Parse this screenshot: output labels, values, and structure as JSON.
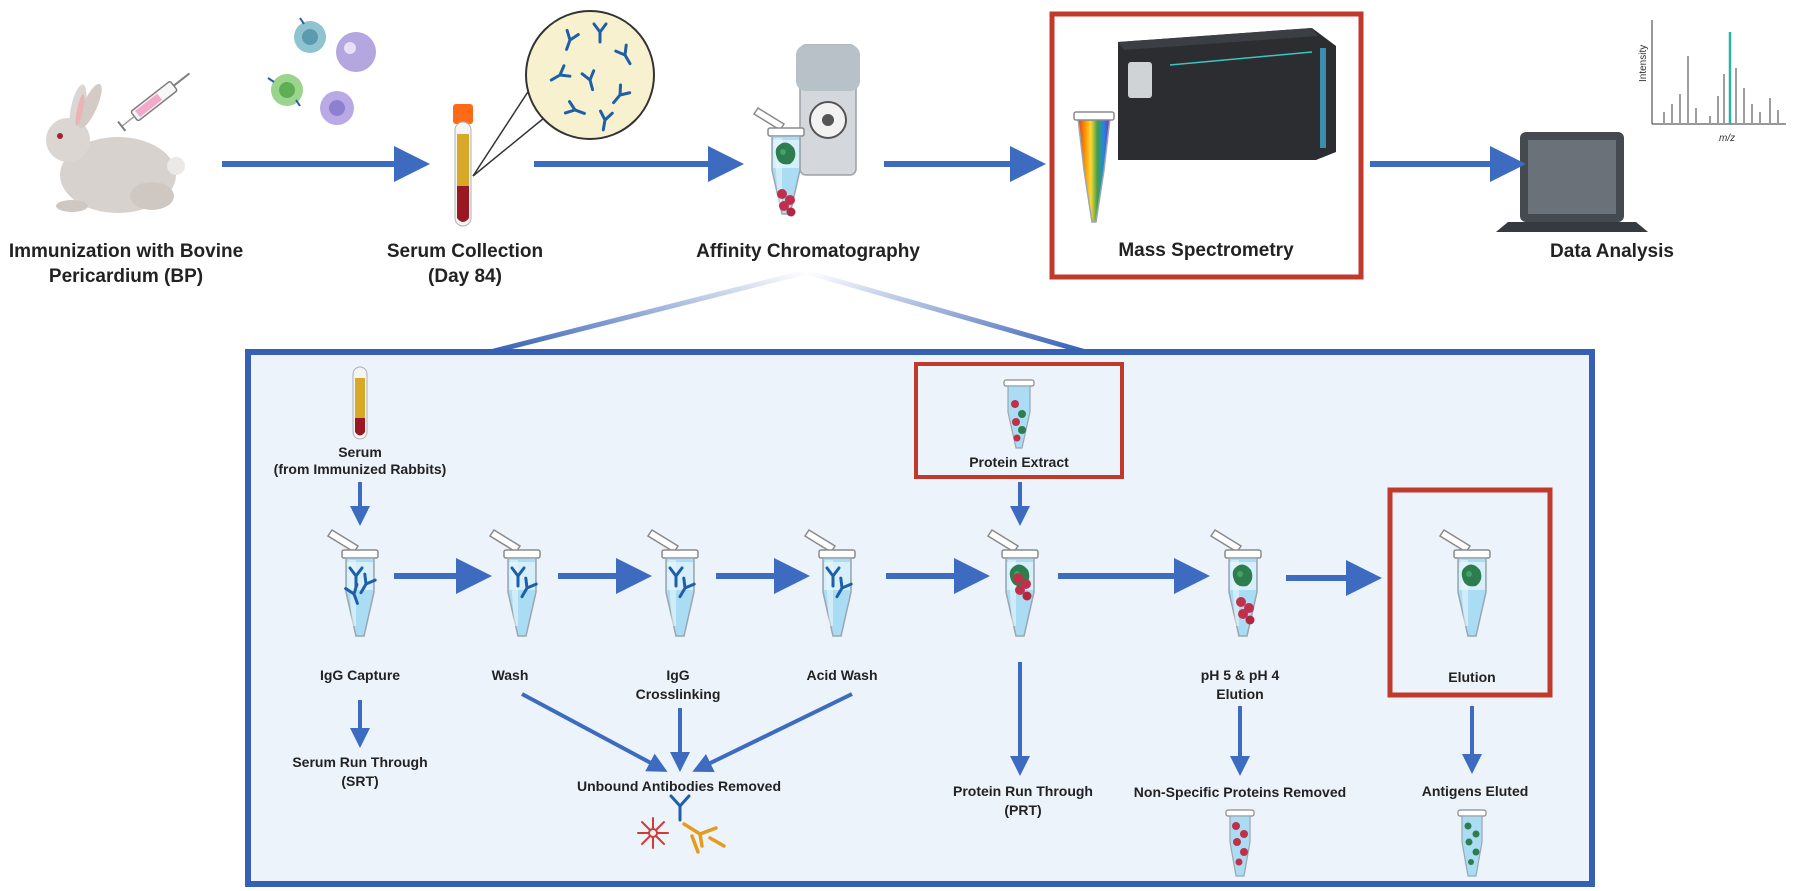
{
  "colors": {
    "arrow": "#3d6bbf",
    "highlight": "#c0392b",
    "panel_bg": "#edf3fb",
    "panel_border": "#3560b4",
    "tube_liquid": "#aadcf3",
    "serum": "#d8a828",
    "blood": "#9a1822",
    "protein": "#c0304a",
    "resin": "#2e7d4f"
  },
  "top_steps": [
    {
      "line1": "Immunization with Bovine",
      "line2": "Pericardium (BP)",
      "icon": "rabbit-icon"
    },
    {
      "line1": "Serum Collection",
      "line2": "(Day 84)",
      "icon": "blood-tube-icon"
    },
    {
      "line1": "Affinity Chromatography",
      "line2": "",
      "icon": "centrifuge-icon"
    },
    {
      "line1": "Mass Spectrometry",
      "line2": "",
      "icon": "mass-spectrometer-icon"
    },
    {
      "line1": "Data Analysis",
      "line2": "",
      "icon": "laptop-icon"
    }
  ],
  "spectrum": {
    "ylabel": "Intensity",
    "xlabel": "m/z"
  },
  "serum_input": {
    "line1": "Serum",
    "line2": "(from Immunized Rabbits)"
  },
  "protein_extract": {
    "label": "Protein Extract"
  },
  "workflow": [
    {
      "line1": "IgG Capture",
      "line2": ""
    },
    {
      "line1": "Wash",
      "line2": ""
    },
    {
      "line1": "IgG",
      "line2": "Crosslinking"
    },
    {
      "line1": "Acid Wash",
      "line2": ""
    },
    {
      "line1": "",
      "line2": ""
    },
    {
      "line1": "pH 5 & pH 4",
      "line2": "Elution"
    },
    {
      "line1": "Elution",
      "line2": ""
    }
  ],
  "outputs": {
    "srt": {
      "line1": "Serum Run Through",
      "line2": "(SRT)"
    },
    "unbound": {
      "label": "Unbound Antibodies Removed"
    },
    "prt": {
      "line1": "Protein Run Through",
      "line2": "(PRT)"
    },
    "nonspecific": {
      "label": "Non-Specific Proteins Removed"
    },
    "eluted": {
      "label": "Antigens Eluted"
    }
  }
}
